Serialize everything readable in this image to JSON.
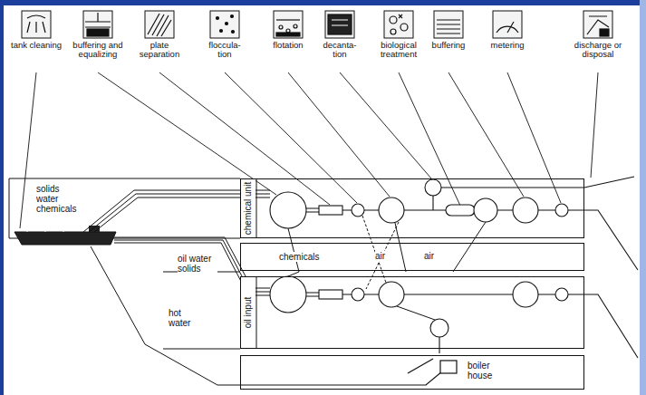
{
  "diagram": {
    "nodes": [
      {
        "text": [
          "tank cleaning"
        ]
      },
      {
        "text": [
          "buffering and equalizing"
        ]
      },
      {
        "text": [
          "plate separation"
        ]
      },
      {
        "text": [
          "floccula- tion"
        ]
      },
      {
        "text": [
          "flotation"
        ]
      },
      {
        "text": [
          "decanta- tion"
        ]
      },
      {
        "text": [
          "biological treatment"
        ]
      },
      {
        "text": [
          "buffering"
        ]
      },
      {
        "text": [
          "metering"
        ]
      },
      {
        "text": [
          "discharge or disposal"
        ]
      },
      {
        "text": [
          "chemical unit"
        ]
      },
      {
        "text": [
          "chemicals"
        ]
      },
      {
        "text": [
          "oil input"
        ]
      },
      {
        "text": [
          "boiler house"
        ]
      }
    ],
    "labels": [
      "solids water chemicals",
      "air",
      "air",
      "oil water solids",
      "hot water"
    ]
  }
}
